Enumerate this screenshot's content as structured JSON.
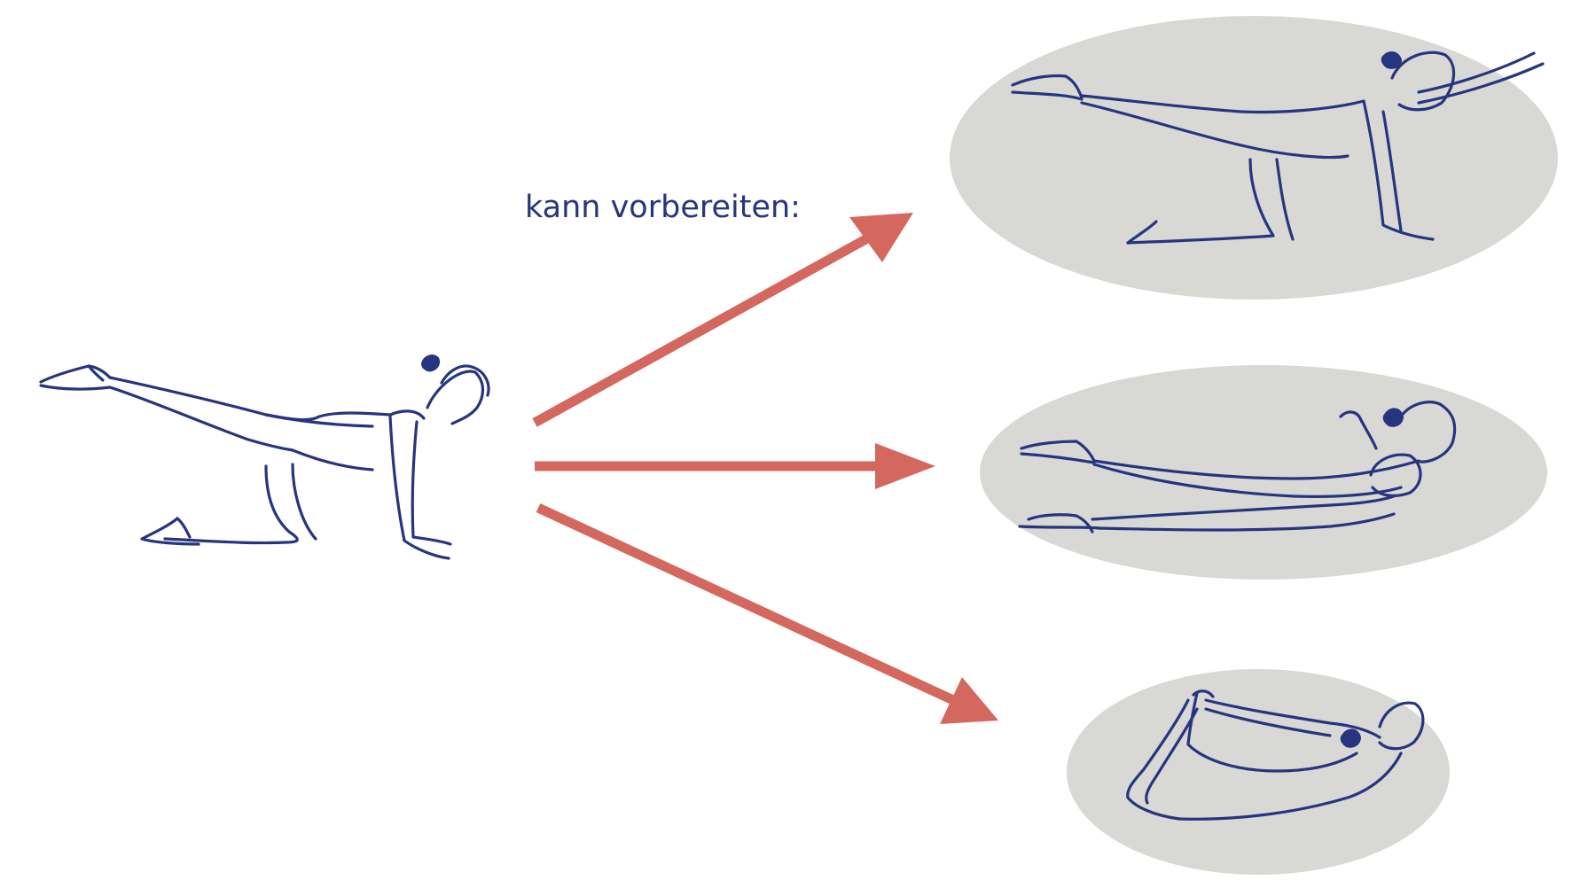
{
  "caption": "kann vorbereiten:",
  "colors": {
    "arrow": "#d4685e",
    "line": "#27347f",
    "ellipse": "#d8d9d4",
    "background": "#ffffff"
  },
  "diagram": {
    "source": {
      "name": "tabletop-leg-lift-pose"
    },
    "targets": [
      {
        "name": "balancing-table-pose"
      },
      {
        "name": "locust-pose"
      },
      {
        "name": "bow-pose"
      }
    ],
    "arrows": [
      {
        "from": "tabletop-leg-lift-pose",
        "to": "balancing-table-pose"
      },
      {
        "from": "tabletop-leg-lift-pose",
        "to": "locust-pose"
      },
      {
        "from": "tabletop-leg-lift-pose",
        "to": "bow-pose"
      }
    ]
  }
}
